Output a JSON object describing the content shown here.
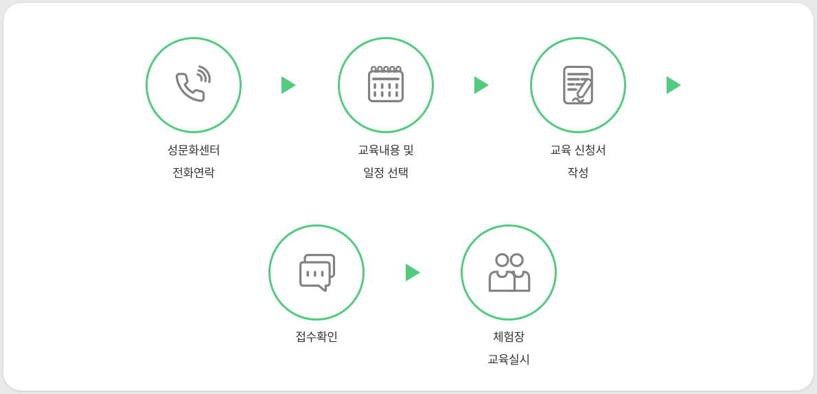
{
  "diagram": {
    "name": "education-application-process",
    "colors": {
      "accent_green": "#4FCC7D",
      "icon_gray": "#828282",
      "text": "#333333",
      "page_background": "#e9e9e9",
      "card_background": "#ffffff"
    },
    "steps": [
      {
        "order": 1,
        "icon": "phone-icon",
        "label_line1": "성문화센터",
        "label_line2": "전화연락"
      },
      {
        "order": 2,
        "icon": "calendar-icon",
        "label_line1": "교육내용 및",
        "label_line2": "일정 선택"
      },
      {
        "order": 3,
        "icon": "document-pen-icon",
        "label_line1": "교육 신청서",
        "label_line2": "작성"
      },
      {
        "order": 4,
        "icon": "chat-bubbles-icon",
        "label_line1": "접수확인",
        "label_line2": ""
      },
      {
        "order": 5,
        "icon": "people-icon",
        "label_line1": "체험장",
        "label_line2": "교육실시"
      }
    ],
    "arrow_glyph": "triangle-right"
  }
}
